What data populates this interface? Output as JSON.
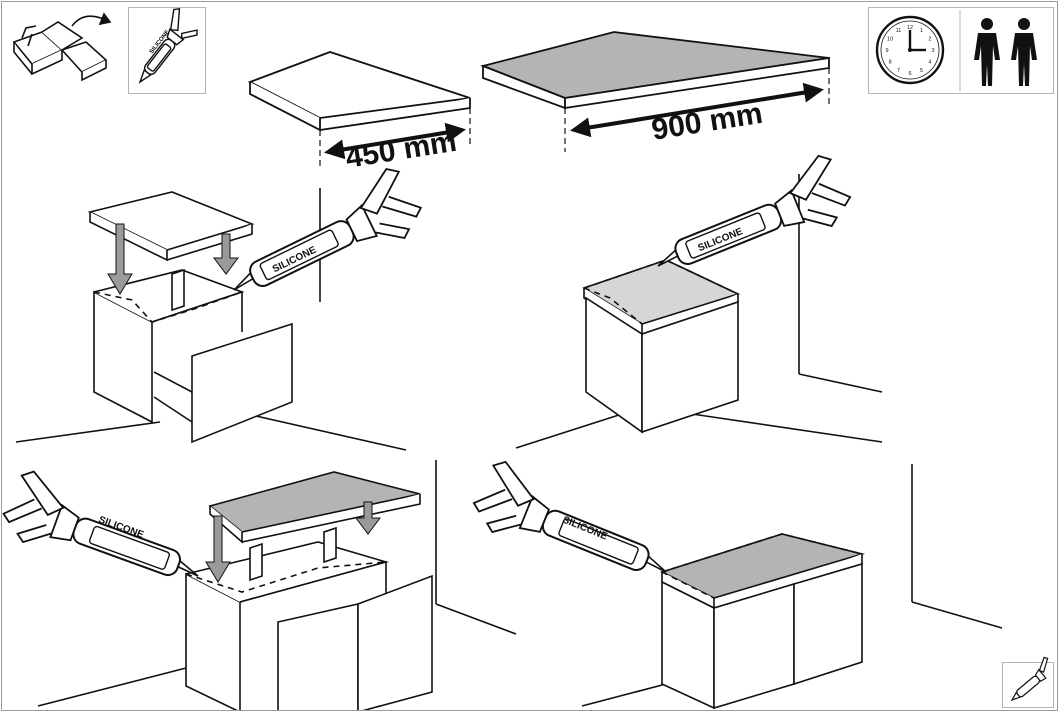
{
  "dimensions": {
    "small_top": "450 mm",
    "large_top": "900 mm"
  },
  "tube": {
    "label": "SILICONE"
  },
  "icons": {
    "toolbox": "toolbox-icon",
    "caulk_gun": "caulk-gun-icon",
    "clock": "clock-icon",
    "two_persons": "two-persons-icon",
    "corner_tool": "caulk-gun-icon"
  },
  "clock": {
    "numerals": [
      "12",
      "1",
      "2",
      "3",
      "4",
      "5",
      "6",
      "7",
      "8",
      "9",
      "10",
      "11"
    ]
  },
  "colors": {
    "line": "#1a1a1a",
    "countertop_grey": "#b4b4b4",
    "arrow_grey": "#9a9a9a",
    "frame_border": "#b5b5b5"
  }
}
